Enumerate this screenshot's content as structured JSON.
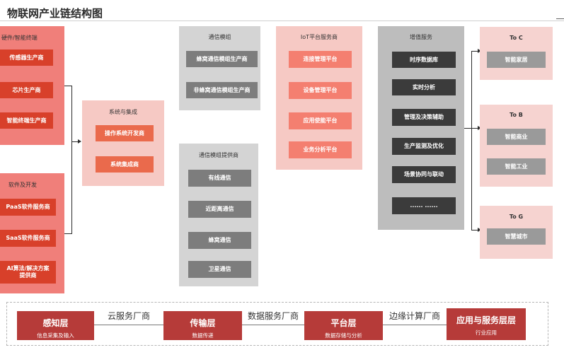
{
  "title": "物联网产业链结构图",
  "hardware": {
    "title": "硬件/智能终端",
    "items": [
      "传感器生产商",
      "芯片生产商",
      "智能终端生产商"
    ]
  },
  "software": {
    "title": "软件及开发",
    "items": [
      "PaaS软件服务商",
      "SaaS软件服务商",
      "AI算法/解决方案\n提供商"
    ]
  },
  "integration": {
    "title": "系统与集成",
    "items": [
      "操作系统开发商",
      "系统集成商"
    ]
  },
  "comm_module": {
    "title": "通信模组",
    "items": [
      "蜂窝通信模组生产商",
      "非蜂窝通信模组生产商"
    ]
  },
  "comm_provider": {
    "title": "通信模组提供商",
    "items": [
      "有线通信",
      "近距离通信",
      "蜂窝通信",
      "卫星通信"
    ]
  },
  "iot_platform": {
    "title": "IoT平台服务商",
    "items": [
      "连接管理平台",
      "设备管理平台",
      "应用使能平台",
      "业务分析平台"
    ]
  },
  "value_added": {
    "title": "增值服务",
    "items": [
      "时序数据库",
      "实时分析",
      "管理及决策辅助",
      "生产监测及优化",
      "场景协同与联动",
      "...... ......"
    ]
  },
  "to_c": {
    "title": "To C",
    "items": [
      "智能家居"
    ]
  },
  "to_b": {
    "title": "To B",
    "items": [
      "智能商业",
      "智能工业"
    ]
  },
  "to_g": {
    "title": "To G",
    "items": [
      "智慧城市"
    ]
  },
  "layers": [
    {
      "main": "感知层",
      "sub": "信息采集及输入"
    },
    {
      "main": "传输层",
      "sub": "数据传递"
    },
    {
      "main": "平台层",
      "sub": "数据存储与分析"
    },
    {
      "main": "应用与服务层层",
      "sub": "行业应用"
    }
  ],
  "connectors": [
    "云服务厂商",
    "数据服务厂商",
    "边缘计算厂商"
  ],
  "colors": {
    "panel_red": "#f07f7a",
    "panel_pink": "#f6c9c4",
    "panel_grey": "#d4d4d4",
    "layer_red": "#b63b39"
  }
}
